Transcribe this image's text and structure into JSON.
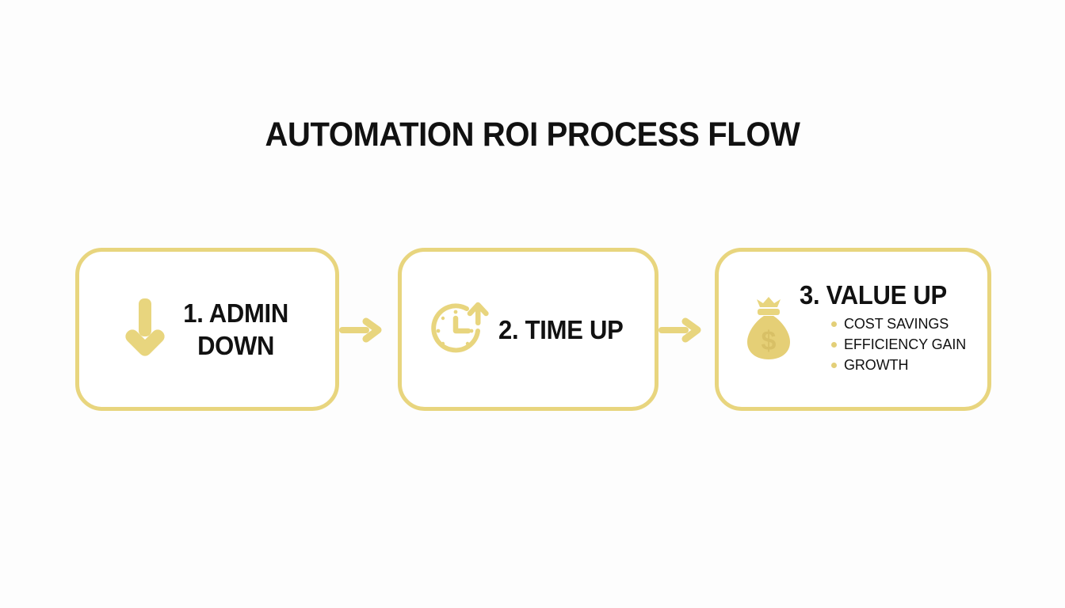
{
  "slide": {
    "title": "AUTOMATION ROI PROCESS FLOW",
    "background_color": "#FDFDFD",
    "accent_color": "#E8D57E",
    "text_color": "#111111"
  },
  "flow": {
    "steps": [
      {
        "id": "step-1",
        "icon": "arrow-down-icon",
        "heading_line_1": "1. ADMIN",
        "heading_line_2": "DOWN",
        "heading": "1. ADMIN DOWN"
      },
      {
        "id": "step-2",
        "icon": "clock-arrow-up-icon",
        "heading": "2. TIME UP"
      },
      {
        "id": "step-3",
        "icon": "money-bag-icon",
        "heading": "3. VALUE UP",
        "bullets": [
          "COST SAVINGS",
          "EFFICIENCY GAIN",
          "GROWTH"
        ]
      }
    ],
    "connectors": [
      {
        "id": "connector-1",
        "icon": "arrow-right-icon"
      },
      {
        "id": "connector-2",
        "icon": "arrow-right-icon"
      }
    ]
  }
}
